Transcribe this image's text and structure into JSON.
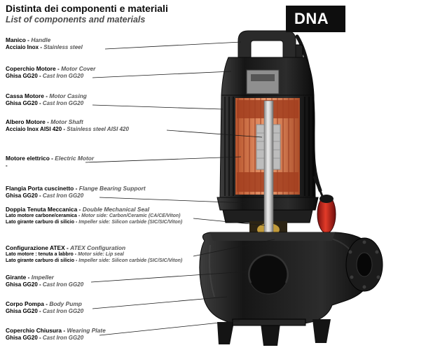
{
  "header": {
    "title": "Distinta dei componenti e materiali",
    "subtitle": "List of components and materials"
  },
  "model_badge": "DNA",
  "components": [
    {
      "name": {
        "it": "Manico",
        "en": "Handle"
      },
      "details": [
        {
          "it": "Acciaio Inox",
          "en": "Stainless steel"
        }
      ]
    },
    {
      "name": {
        "it": "Coperchio Motore",
        "en": "Motor Cover"
      },
      "details": [
        {
          "it": "Ghisa GG20",
          "en": "Cast Iron GG20"
        }
      ]
    },
    {
      "name": {
        "it": "Cassa Motore",
        "en": "Motor Casing"
      },
      "details": [
        {
          "it": "Ghisa GG20",
          "en": "Cast Iron GG20"
        }
      ]
    },
    {
      "name": {
        "it": "Albero Motore",
        "en": "Motor Shaft"
      },
      "details": [
        {
          "it": "Acciaio Inox AISI 420",
          "en": "Stainless steel AISI 420"
        }
      ]
    },
    {
      "name": {
        "it": "Motore elettrico",
        "en": "Electric Motor"
      },
      "details": [
        {
          "it": "-",
          "en": ""
        }
      ]
    },
    {
      "name": {
        "it": "Flangia Porta cuscinetto",
        "en": "Flange Bearing Support"
      },
      "details": [
        {
          "it": "Ghisa GG20",
          "en": "Cast Iron GG20"
        }
      ]
    },
    {
      "name": {
        "it": "Doppia Tenuta Meccanica",
        "en": "Double Mechanical Seal"
      },
      "details": [
        {
          "it": "Lato motore carbone/ceramica",
          "en": "Motor side: Carbon/Ceramic (CA/CE/Viton)"
        },
        {
          "it": "Lato girante carburo di silicio",
          "en": "Impeller side: Silicon carbide (SIC/SIC/Viton)"
        }
      ]
    },
    {
      "name": {
        "it": "Configurazione ATEX",
        "en": "ATEX Configuration"
      },
      "details": [
        {
          "it": "Lato motore : tenuta a labbro",
          "en": "Motor side: Lip seal"
        },
        {
          "it": "Lato girante carburo di silicio",
          "en": "Impeller side: Silicon carbide (SIC/SIC/Viton)"
        }
      ]
    },
    {
      "name": {
        "it": "Girante",
        "en": "Impeller"
      },
      "details": [
        {
          "it": "Ghisa GG20",
          "en": "Cast Iron GG20"
        }
      ]
    },
    {
      "name": {
        "it": "Corpo Pompa",
        "en": "Body Pump"
      },
      "details": [
        {
          "it": "Ghisa GG20",
          "en": "Cast Iron GG20"
        }
      ]
    },
    {
      "name": {
        "it": "Coperchio Chiusura",
        "en": "Wearing Plate"
      },
      "details": [
        {
          "it": "Ghisa GG20",
          "en": "Cast Iron GG20"
        }
      ]
    }
  ],
  "colors": {
    "badge_bg": "#0e0e0e",
    "english_text": "#565656",
    "pump_body": "#1c1c1c",
    "motor_interior": "#e08a5a",
    "float_switch": "#cc2020",
    "shaft": "#cfcfcf"
  }
}
